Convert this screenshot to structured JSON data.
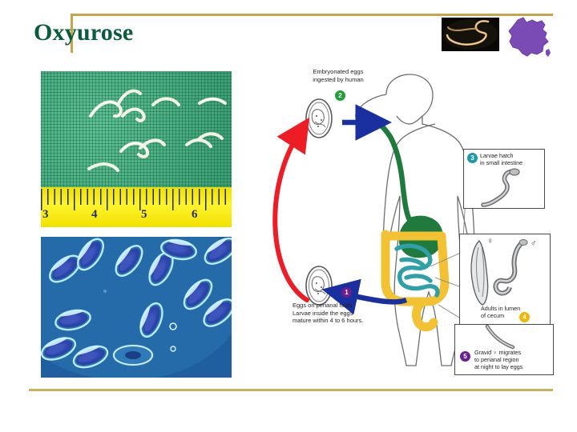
{
  "slide": {
    "title": "Oxyurose",
    "title_color": "#0b5c3a",
    "accent_color": "#c4a747",
    "background_color": "#ffffff"
  },
  "thumbnails": [
    {
      "name": "adult-pinworm-photo",
      "caption": "",
      "background": "#090806",
      "worm_color": "#c99a5a"
    },
    {
      "name": "map-of-france",
      "caption": "",
      "fill": "#7a4ab5"
    }
  ],
  "photos": {
    "worms": {
      "name": "pinworms-on-green-cloth-with-ruler",
      "cloth_color": "#49b081",
      "ruler_color": "#f5e400",
      "ruler_labels": [
        "3",
        "4",
        "5",
        "6"
      ],
      "worm_color": "#f2f0e2"
    },
    "eggs": {
      "name": "pinworm-eggs-microscopy",
      "background_color": "#1f5f9f",
      "egg_rim_color": "#9fe4f5",
      "egg_inner_color": "#2b3fa8"
    }
  },
  "lifecycle": {
    "title": "",
    "steps": [
      {
        "number": "1",
        "badge_color": "#6b1f8c",
        "text": "Eggs on perianal folds\nLarvae inside the eggs\nmature within 4 to 6 hours."
      },
      {
        "number": "2",
        "badge_color": "#21a038",
        "text": "Embryonated eggs\ningested by human"
      },
      {
        "number": "3",
        "badge_color": "#1f9aa8",
        "text": "Larvae hatch\nin small intestine"
      },
      {
        "number": "4",
        "badge_color": "#f2b705",
        "text": "Adults in lumen\nof cecum"
      },
      {
        "number": "5",
        "badge_color": "#6b1f8c",
        "text": "Gravid ♀ migrates\nto perianal region\nat night to lay eggs"
      }
    ],
    "symbols": {
      "female": "♀",
      "male": "♂"
    },
    "arrows": {
      "ingestion_arrow_color": "#1a2fa0",
      "lay_eggs_arrow_color": "#1a2fa0",
      "recycle_arrow_color": "#ee1c25"
    },
    "anatomy": {
      "esophagus_stomach_color": "#1f7a3d",
      "colon_color": "#f2c233",
      "small_intestine_color": "#2f9fa8",
      "body_outline_color": "#6d6e71"
    }
  }
}
